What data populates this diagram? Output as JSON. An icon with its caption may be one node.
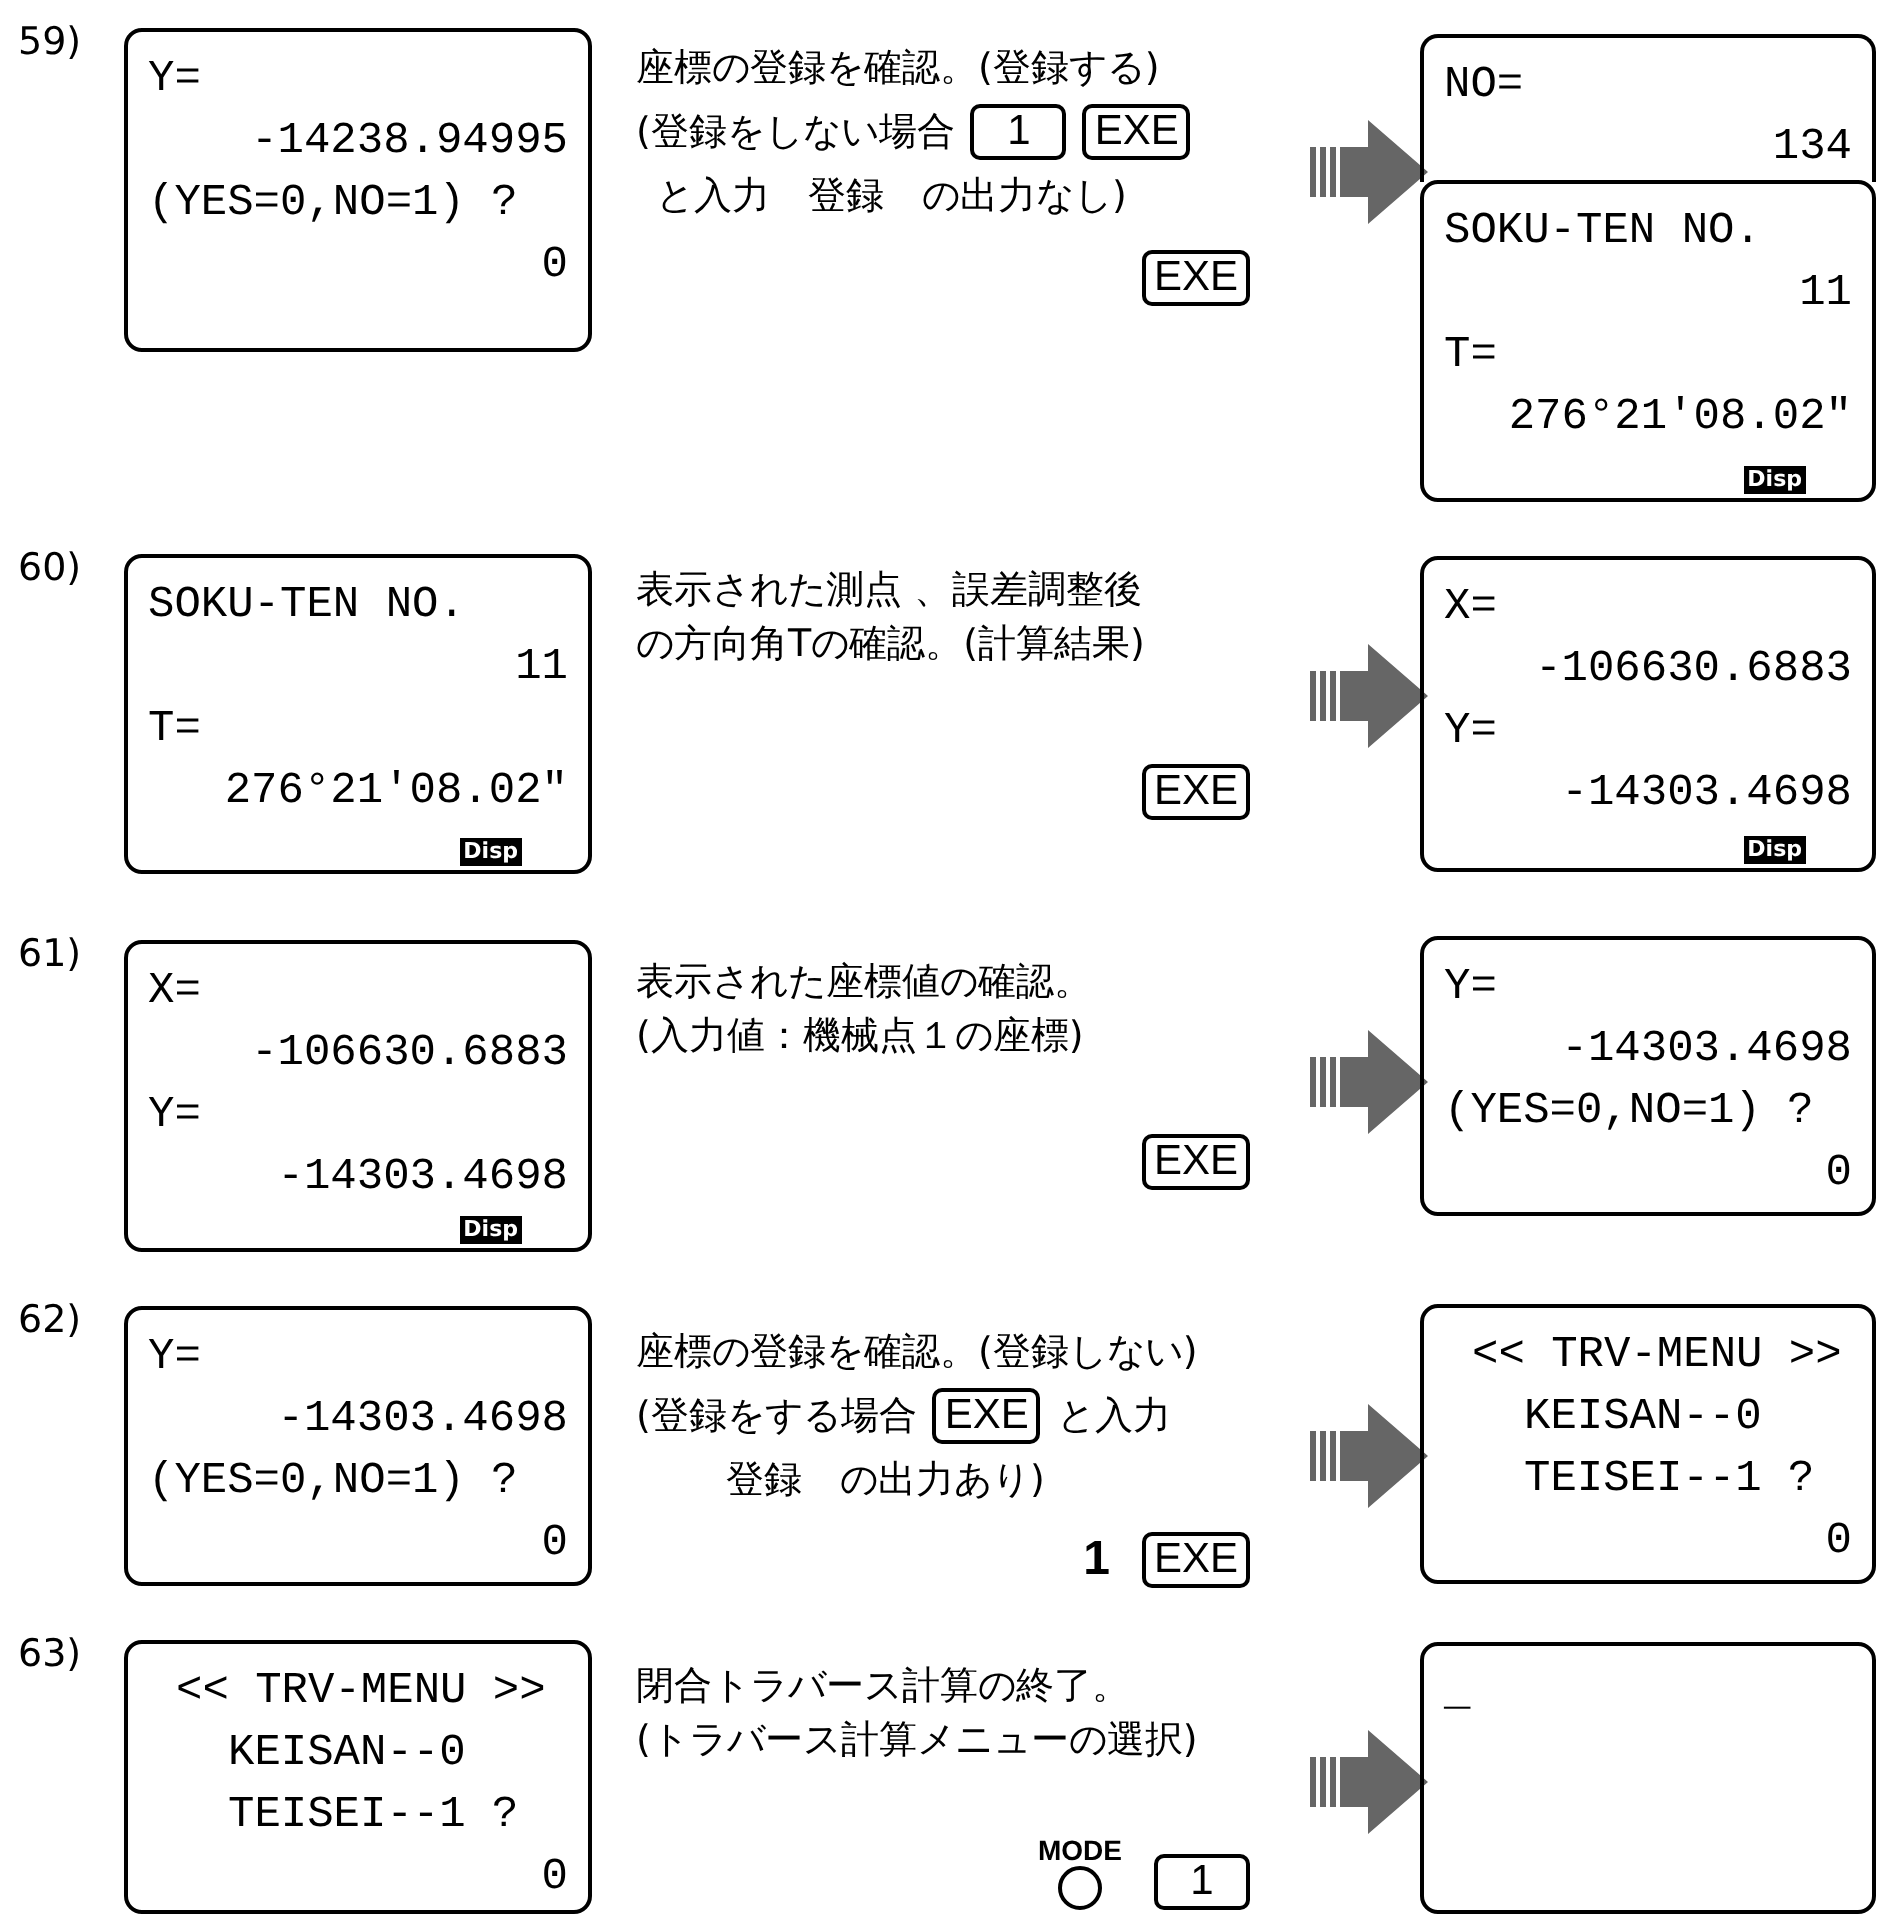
{
  "diagram": {
    "nodes": [
      {
        "text": [
          "Y=",
          "-14238.94995",
          "(YES=0,NO=1) ?",
          "0"
        ],
        "beside": [
          "59)"
        ]
      },
      {
        "text": [
          "座標の登録を確認。(登録する)",
          "(登録をしない場合",
          "1",
          "EXE",
          "と入力　登録　の出力なし)",
          "EXE"
        ]
      },
      {
        "text": [
          "NO=",
          "134"
        ]
      },
      {
        "text": [
          "SOKU-TEN NO.",
          "11",
          "T=",
          "276°21′08.02″",
          "Disp"
        ]
      },
      {
        "text": [
          "SOKU-TEN NO.",
          "11",
          "T=",
          "276°21′08.02″",
          "Disp"
        ],
        "beside": [
          "60)"
        ]
      },
      {
        "text": [
          "表示された測点 、誤差調整後の方向角Tの確認。(計算結果)",
          "EXE"
        ]
      },
      {
        "text": [
          "X=",
          "-106630.6883",
          "Y=",
          "-14303.4698",
          "Disp"
        ]
      },
      {
        "text": [
          "X=",
          "-106630.6883",
          "Y=",
          "-14303.4698",
          "Disp"
        ],
        "beside": [
          "61)"
        ]
      },
      {
        "text": [
          "表示された座標値の確認。",
          "(入力値：機械点１の座標)",
          "EXE"
        ]
      },
      {
        "text": [
          "Y=",
          "-14303.4698",
          "(YES=0,NO=1) ?",
          "0"
        ]
      },
      {
        "text": [
          "Y=",
          "-14303.4698",
          "(YES=0,NO=1) ?",
          "0"
        ],
        "beside": [
          "62)"
        ]
      },
      {
        "text": [
          "座標の登録を確認。(登録しない)",
          "(登録をする場合",
          "EXE",
          "と入力",
          "登録　の出力あり)",
          "1",
          "EXE"
        ]
      },
      {
        "text": [
          "<< TRV-MENU >>",
          "KEISAN--0",
          "TEISEI--1 ?",
          "0"
        ]
      },
      {
        "text": [
          "<< TRV-MENU >>",
          "KEISAN--0",
          "TEISEI--1 ?",
          "0"
        ],
        "beside": [
          "63)"
        ]
      },
      {
        "text": [
          "閉合トラバース計算の終了。",
          "(トラバース計算メニューの選択)",
          "MODE",
          "1"
        ]
      },
      {
        "text": [
          "_"
        ]
      }
    ],
    "edges": [
      {
        "from": 1,
        "to": 2,
        "arrow": "to"
      },
      {
        "from": 5,
        "to": 6,
        "arrow": "to"
      },
      {
        "from": 8,
        "to": 9,
        "arrow": "to"
      },
      {
        "from": 11,
        "to": 12,
        "arrow": "to"
      },
      {
        "from": 14,
        "to": 15,
        "arrow": "to"
      }
    ]
  }
}
